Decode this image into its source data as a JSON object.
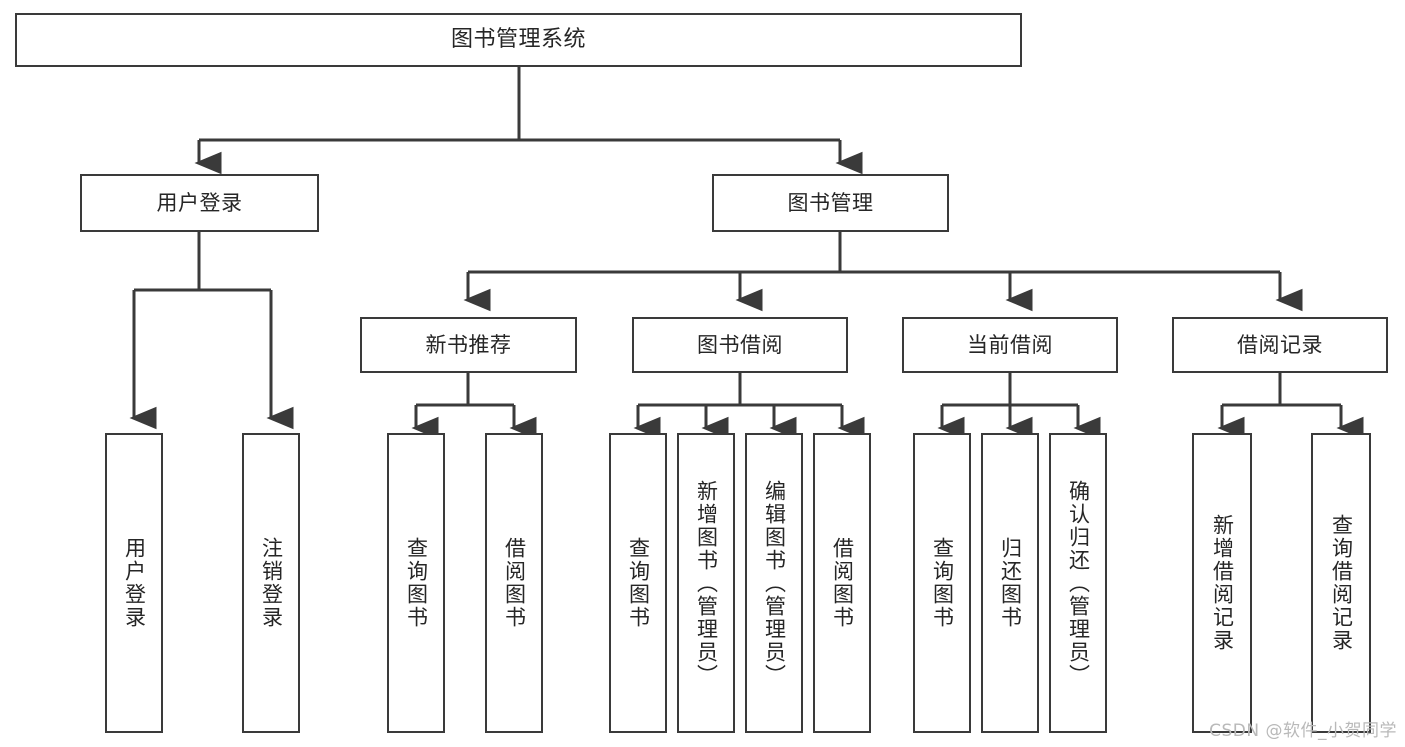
{
  "diagram": {
    "title": "图书管理系统",
    "watermark": "CSDN @软件_小贺同学",
    "line_color": "#3a3a3a",
    "box_fill": "#ffffff",
    "text_color": "#262626",
    "watermark_color": "#b9b9b9",
    "root": {
      "label": "图书管理系统"
    },
    "level2": [
      {
        "label": "用户登录"
      },
      {
        "label": "图书管理"
      }
    ],
    "level3": [
      {
        "label": "新书推荐"
      },
      {
        "label": "图书借阅"
      },
      {
        "label": "当前借阅"
      },
      {
        "label": "借阅记录"
      }
    ],
    "leaves": {
      "user_login": [
        {
          "label": "用户登录"
        },
        {
          "label": "注销登录"
        }
      ],
      "new_book": [
        {
          "label": "查询图书"
        },
        {
          "label": "借阅图书"
        }
      ],
      "book_borrow": [
        {
          "label": "查询图书"
        },
        {
          "label": "新增图书（管理员）"
        },
        {
          "label": "编辑图书（管理员）"
        },
        {
          "label": "借阅图书"
        }
      ],
      "current_borrow": [
        {
          "label": "查询图书"
        },
        {
          "label": "归还图书"
        },
        {
          "label": "确认归还（管理员）"
        }
      ],
      "borrow_record": [
        {
          "label": "新增借阅记录"
        },
        {
          "label": "查询借阅记录"
        }
      ]
    }
  }
}
